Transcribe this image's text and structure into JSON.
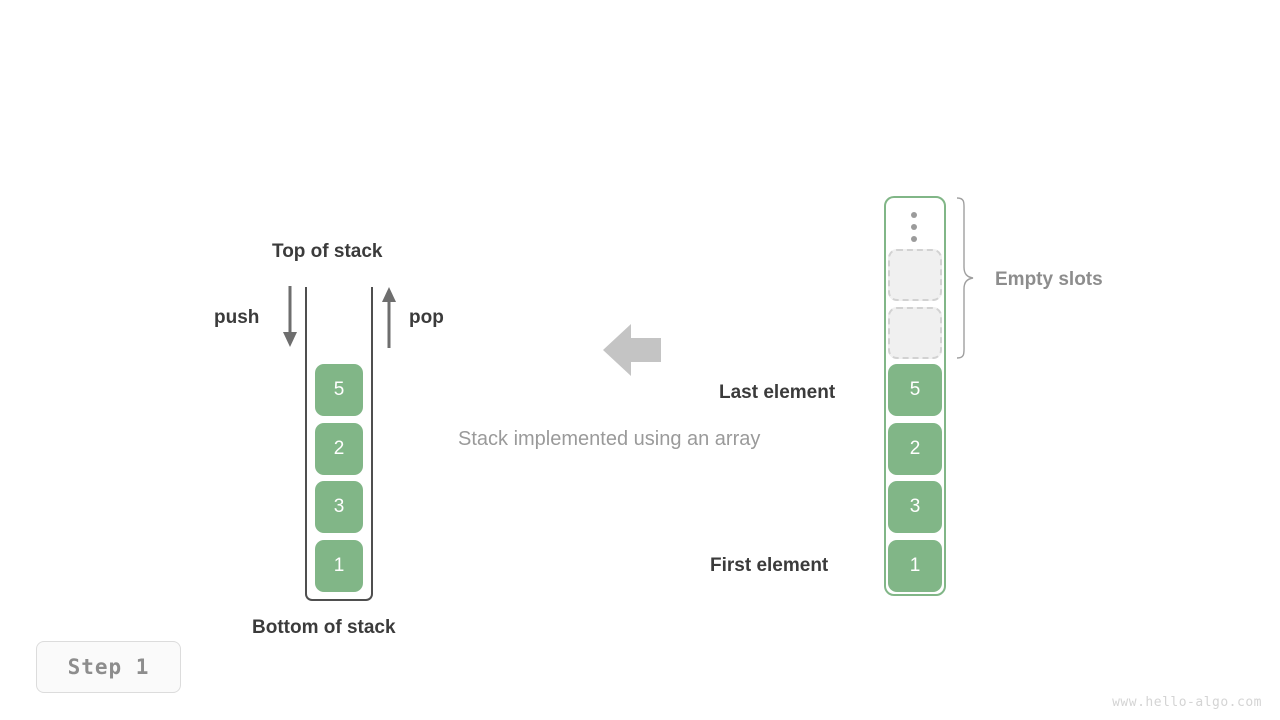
{
  "diagram": {
    "caption": "Stack implemented using an array",
    "watermark": "www.hello-algo.com",
    "step_badge": "Step  1",
    "colors": {
      "element_fill": "#81b687",
      "element_text": "#ffffff",
      "array_border": "#81b687",
      "stack_border": "#4f4f4f",
      "empty_slot_fill": "#f0f0f0",
      "empty_slot_border": "#d2d2d2",
      "label_dark": "#3b3b3b",
      "label_gray": "#8d8d8d",
      "caption_gray": "#9a9a9a",
      "arrow_gray": "#c4c4c4",
      "thin_arrow_gray": "#6e6e6e"
    }
  },
  "left_stack": {
    "top_label": "Top of stack",
    "bottom_label": "Bottom of stack",
    "push_label": "push",
    "pop_label": "pop",
    "elements": [
      {
        "value": "5"
      },
      {
        "value": "2"
      },
      {
        "value": "3"
      },
      {
        "value": "1"
      }
    ]
  },
  "right_array": {
    "empty_slots_label": "Empty slots",
    "last_element_label": "Last element",
    "first_element_label": "First element",
    "ellipsis_icon": "vertical-ellipsis-icon",
    "empty_slot_count": 2,
    "elements": [
      {
        "value": "5"
      },
      {
        "value": "2"
      },
      {
        "value": "3"
      },
      {
        "value": "1"
      }
    ]
  }
}
